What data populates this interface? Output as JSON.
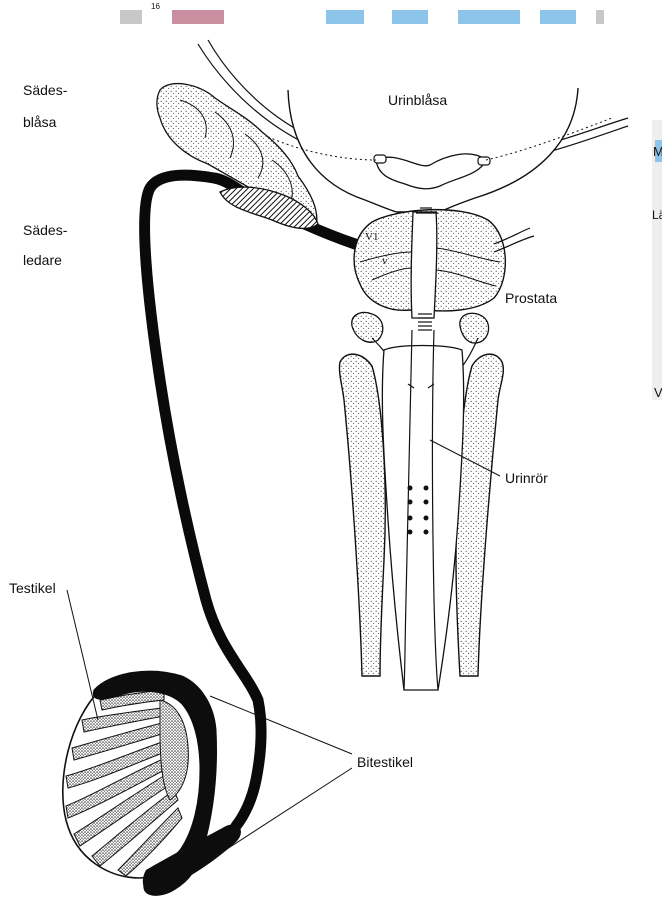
{
  "labels": {
    "sadesblasa_line1": "Sädes-",
    "sadesblasa_line2": "blåsa",
    "sadesledare_line1": "Sädes-",
    "sadesledare_line2": "ledare",
    "urinblasa": "Urinblåsa",
    "prostata": "Prostata",
    "urinror": "Urinrör",
    "testikel": "Testikel",
    "bitestikel": "Bitestikel"
  },
  "top_strip_text": "16",
  "right_edge_fragments": [
    "M",
    "Lä",
    "V"
  ],
  "colors": {
    "ink": "#111111",
    "stipple": "#444444",
    "pink_strip": "#c98ea0",
    "blue_strip": "#8cc4ea",
    "gray_strip": "#c8c8c8"
  }
}
